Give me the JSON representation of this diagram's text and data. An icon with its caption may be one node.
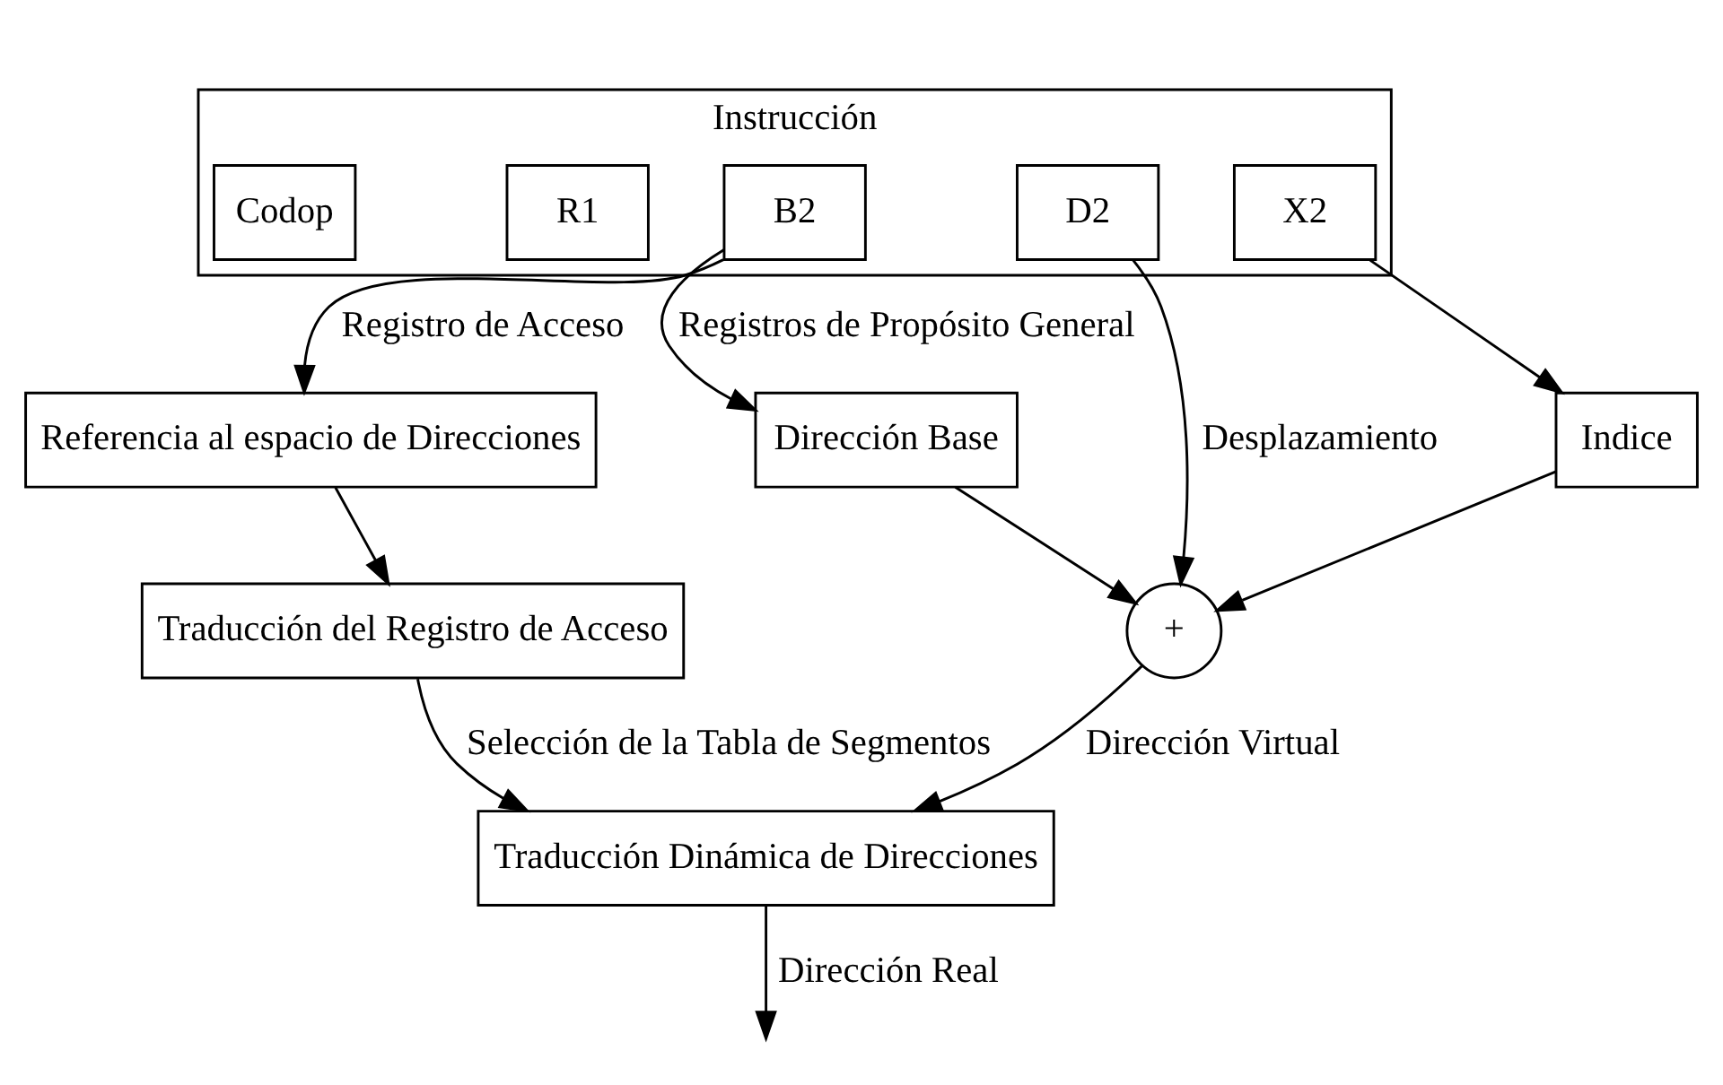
{
  "diagram": {
    "nodes": [
      {
        "text": [
          "Instrucción"
        ]
      },
      {
        "text": [
          "Codop"
        ],
        "in": 0
      },
      {
        "text": [
          "R1"
        ],
        "in": 0
      },
      {
        "text": [
          "X2"
        ],
        "in": 0
      },
      {
        "text": [
          "B2"
        ],
        "in": 0
      },
      {
        "text": [
          "D2"
        ],
        "in": 0
      },
      {
        "text": [
          "Referencia al espacio de Direcciones"
        ]
      },
      {
        "text": [
          "Dirección Base"
        ]
      },
      {
        "text": [
          "Indice"
        ]
      },
      {
        "text": [
          "+"
        ]
      },
      {
        "text": [
          "Traducción del Registro de Acceso"
        ]
      },
      {
        "text": [
          "Traducción Dinámica de Direcciones"
        ]
      }
    ],
    "edges": [
      {
        "from": 4,
        "to": 6,
        "arrow": "to",
        "label": "Registro de Acceso"
      },
      {
        "from": 4,
        "to": 7,
        "arrow": "to",
        "label": "Registros de Propósito General"
      },
      {
        "from": 3,
        "to": 8,
        "arrow": "to"
      },
      {
        "from": 5,
        "to": 9,
        "arrow": "to",
        "label": "Desplazamiento"
      },
      {
        "from": 7,
        "to": 9,
        "arrow": "to"
      },
      {
        "from": 8,
        "to": 9,
        "arrow": "to"
      },
      {
        "from": 9,
        "to": 11,
        "arrow": "to",
        "label": "Dirección Virtual"
      },
      {
        "from": 6,
        "to": 10,
        "arrow": "to"
      },
      {
        "from": 10,
        "to": 11,
        "arrow": "to",
        "label": "Selección de la Tabla de Segmentos"
      },
      {
        "from": 11,
        "to": null,
        "arrow": "to",
        "label": "Dirección Real"
      }
    ]
  }
}
